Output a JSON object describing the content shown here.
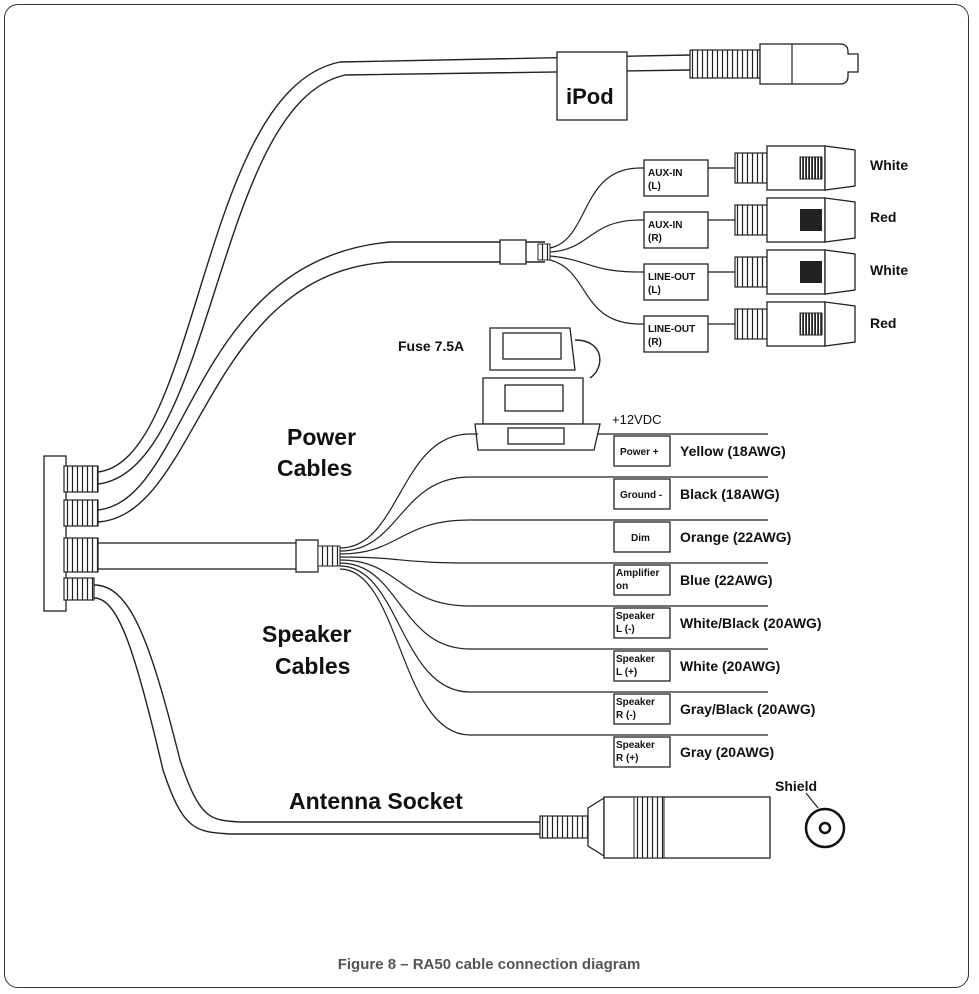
{
  "diagram": {
    "ipod_label": "iPod",
    "rca": [
      {
        "tag1": "AUX-IN",
        "tag2": "(L)",
        "color": "White"
      },
      {
        "tag1": "AUX-IN",
        "tag2": "(R)",
        "color": "Red"
      },
      {
        "tag1": "LINE-OUT",
        "tag2": "(L)",
        "color": "White"
      },
      {
        "tag1": "LINE-OUT",
        "tag2": "(R)",
        "color": "Red"
      }
    ],
    "fuse_label": "Fuse 7.5A",
    "vdc_label": "+12VDC",
    "power_title_1": "Power",
    "power_title_2": "Cables",
    "speaker_title_1": "Speaker",
    "speaker_title_2": "Cables",
    "wires": [
      {
        "tag1": "Power +",
        "tag2": "",
        "color": "Yellow (18AWG)"
      },
      {
        "tag1": "Ground -",
        "tag2": "",
        "color": "Black (18AWG)"
      },
      {
        "tag1": "Dim",
        "tag2": "",
        "color": "Orange (22AWG)"
      },
      {
        "tag1": "Amplifier",
        "tag2": "on",
        "color": "Blue (22AWG)"
      },
      {
        "tag1": "Speaker",
        "tag2": "L (-)",
        "color": "White/Black (20AWG)"
      },
      {
        "tag1": "Speaker",
        "tag2": "L (+)",
        "color": "White (20AWG)"
      },
      {
        "tag1": "Speaker",
        "tag2": "R (-)",
        "color": "Gray/Black (20AWG)"
      },
      {
        "tag1": "Speaker",
        "tag2": "R (+)",
        "color": "Gray (20AWG)"
      }
    ],
    "antenna_label": "Antenna Socket",
    "shield_label": "Shield",
    "caption": "Figure 8 – RA50 cable connection diagram"
  }
}
